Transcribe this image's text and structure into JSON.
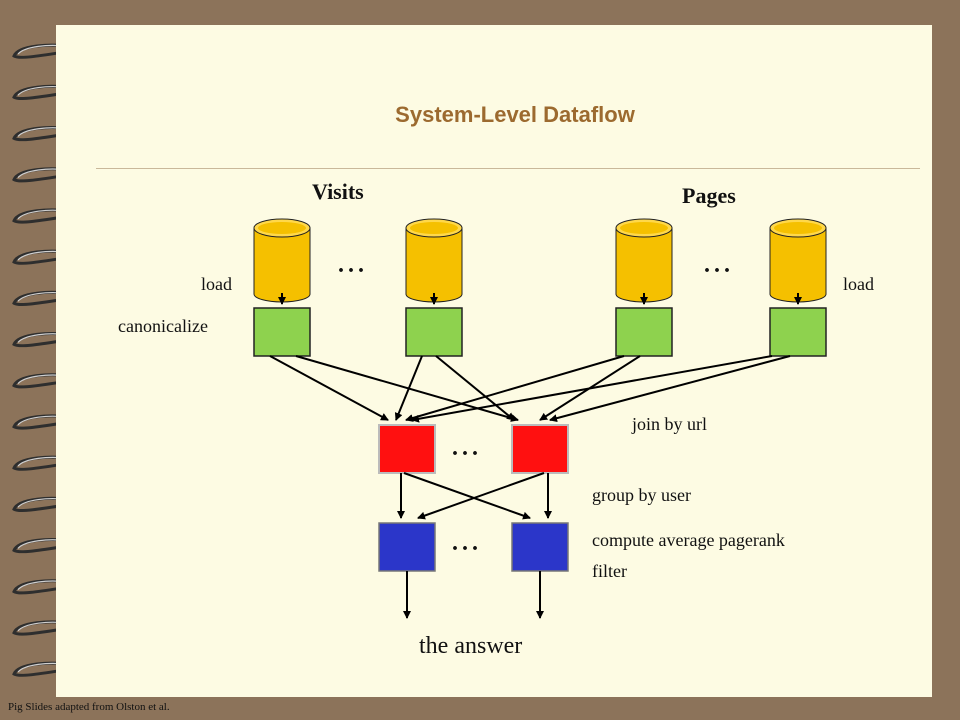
{
  "slide": {
    "title": "System-Level Dataflow",
    "footer": "Pig Slides adapted from Olston et al."
  },
  "diagram": {
    "visits_label": "Visits",
    "pages_label": "Pages",
    "load_left": "load",
    "load_right": "load",
    "canonicalize": "canonicalize",
    "join_by_url": "join by url",
    "group_by_user": "group by user",
    "compute_avg": "compute average pagerank",
    "filter": "filter",
    "answer": "the answer",
    "ellipsis": "..."
  },
  "colors": {
    "cylinder": "#f5c000",
    "canonicalize_box": "#8ed24e",
    "join_box": "#ff1010",
    "group_box": "#2b36c9",
    "title": "#9c6a2f"
  }
}
